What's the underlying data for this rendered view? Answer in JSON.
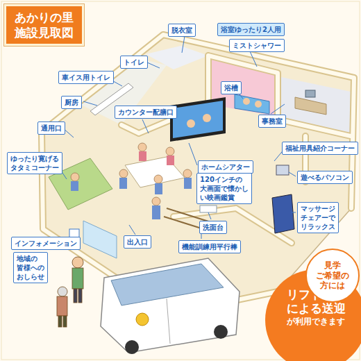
{
  "diagram": {
    "title": "あかりの里 施設見取図",
    "nodes": [
      {
        "text": [
          "脱衣室"
        ]
      },
      {
        "text": [
          "浴室ゆったり2人用"
        ]
      },
      {
        "text": [
          "ミストシャワー"
        ]
      },
      {
        "text": [
          "トイレ"
        ]
      },
      {
        "text": [
          "車イス用トイレ"
        ]
      },
      {
        "text": [
          "浴槽"
        ]
      },
      {
        "text": [
          "厨房"
        ]
      },
      {
        "text": [
          "カウンター配膳口"
        ]
      },
      {
        "text": [
          "事務室"
        ]
      },
      {
        "text": [
          "通用口"
        ]
      },
      {
        "text": [
          "福祉用具紹介コーナー"
        ]
      },
      {
        "text": [
          "ゆったり寛げる タタミコーナー"
        ]
      },
      {
        "text": [
          "ホームシアター"
        ]
      },
      {
        "text": [
          "120インチの 大画面で懐かし い映画鑑賞"
        ]
      },
      {
        "text": [
          "遊べるパソコン"
        ]
      },
      {
        "text": [
          "マッサージ チェアーで リラックス"
        ]
      },
      {
        "text": [
          "洗面台"
        ]
      },
      {
        "text": [
          "インフォメーション"
        ]
      },
      {
        "text": [
          "出入口"
        ]
      },
      {
        "text": [
          "機能訓練用平行棒"
        ]
      },
      {
        "text": [
          "地域の 皆様への おしらせ"
        ]
      },
      {
        "text": [
          "見学 ご希望の 方には"
        ]
      },
      {
        "text": [
          "リフトカー による送迎",
          "が利用できます"
        ]
      }
    ]
  }
}
